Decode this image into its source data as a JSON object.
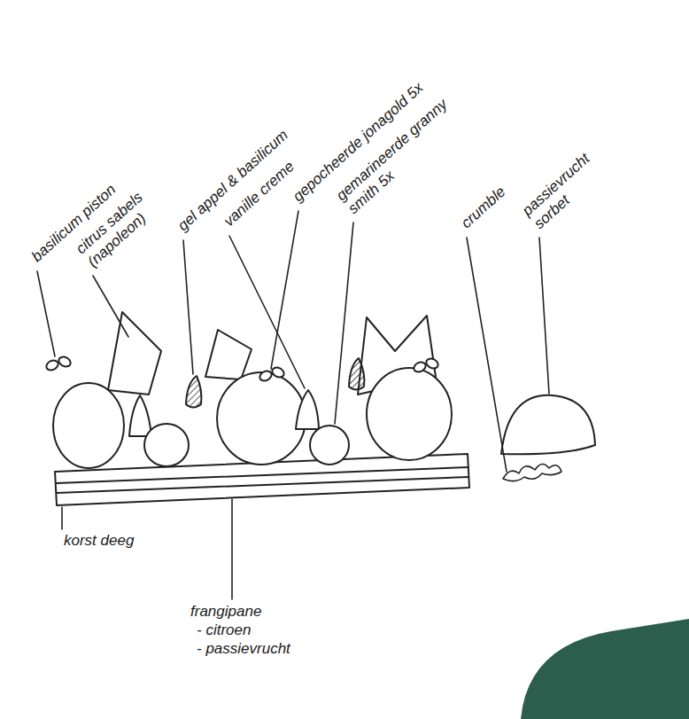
{
  "diagram": {
    "labels": [
      "basilicum piston",
      "citrus sabels (napoleon)",
      "gel appel & basilicum",
      "vanille creme",
      "gepocheerde jonagold 5x",
      "gemarineerde granny smith 5x",
      "crumble",
      "passievrucht sorbet",
      "korst deeg",
      "frangipane",
      "- citroen",
      "- passievrucht"
    ]
  }
}
